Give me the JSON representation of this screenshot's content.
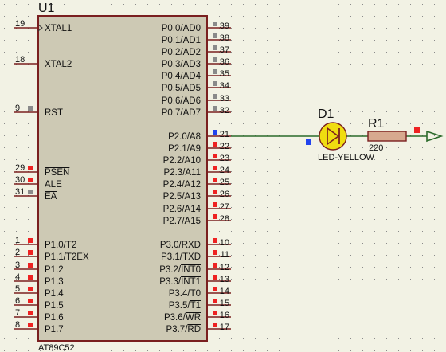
{
  "colors": {
    "background": "#f2f2e4",
    "grid_dot": "#8a8a8a",
    "chip_fill": "#cdc9b4",
    "chip_border": "#7a1f1f",
    "pin_line": "#7a1f1f",
    "wire": "#2a6a2a",
    "marker_low": "#ee2222",
    "marker_high": "#2244ee",
    "marker_float": "#8a8a8a",
    "led_fill": "#f0dd10",
    "led_symbol": "#7a1f1f",
    "resistor_fill": "#d7a98f",
    "terminal": "#2a6a2a"
  },
  "chip": {
    "ref": "U1",
    "part": "AT89C52",
    "left_pins": [
      {
        "num": "19",
        "label": "XTAL1",
        "state": "none"
      },
      {
        "num": "18",
        "label": "XTAL2",
        "state": "none"
      },
      {
        "num": "9",
        "label": "RST",
        "state": "float"
      },
      {
        "num": "29",
        "label": "PSEN",
        "state": "low",
        "overline": true
      },
      {
        "num": "30",
        "label": "ALE",
        "state": "low",
        "overline": false
      },
      {
        "num": "31",
        "label": "EA",
        "state": "float",
        "overline": true
      },
      {
        "num": "1",
        "label": "P1.0/T2",
        "state": "low"
      },
      {
        "num": "2",
        "label": "P1.1/T2EX",
        "state": "low"
      },
      {
        "num": "3",
        "label": "P1.2",
        "state": "low"
      },
      {
        "num": "4",
        "label": "P1.3",
        "state": "low"
      },
      {
        "num": "5",
        "label": "P1.4",
        "state": "low"
      },
      {
        "num": "6",
        "label": "P1.5",
        "state": "low"
      },
      {
        "num": "7",
        "label": "P1.6",
        "state": "low"
      },
      {
        "num": "8",
        "label": "P1.7",
        "state": "low"
      }
    ],
    "right_pins": [
      {
        "num": "39",
        "label": "P0.0/AD0",
        "state": "float"
      },
      {
        "num": "38",
        "label": "P0.1/AD1",
        "state": "float"
      },
      {
        "num": "37",
        "label": "P0.2/AD2",
        "state": "float"
      },
      {
        "num": "36",
        "label": "P0.3/AD3",
        "state": "float"
      },
      {
        "num": "35",
        "label": "P0.4/AD4",
        "state": "float"
      },
      {
        "num": "34",
        "label": "P0.5/AD5",
        "state": "float"
      },
      {
        "num": "33",
        "label": "P0.6/AD6",
        "state": "float"
      },
      {
        "num": "32",
        "label": "P0.7/AD7",
        "state": "float"
      },
      {
        "num": "21",
        "label": "P2.0/A8",
        "state": "high"
      },
      {
        "num": "22",
        "label": "P2.1/A9",
        "state": "low"
      },
      {
        "num": "23",
        "label": "P2.2/A10",
        "state": "low"
      },
      {
        "num": "24",
        "label": "P2.3/A11",
        "state": "low"
      },
      {
        "num": "25",
        "label": "P2.4/A12",
        "state": "low"
      },
      {
        "num": "26",
        "label": "P2.5/A13",
        "state": "low"
      },
      {
        "num": "27",
        "label": "P2.6/A14",
        "state": "low"
      },
      {
        "num": "28",
        "label": "P2.7/A15",
        "state": "low"
      },
      {
        "num": "10",
        "label": "P3.0/RXD",
        "state": "low"
      },
      {
        "num": "11",
        "label": "P3.1/TXD",
        "state": "low",
        "overline_part": "TXD"
      },
      {
        "num": "12",
        "label": "P3.2/INT0",
        "state": "low",
        "overline_part": "INT0"
      },
      {
        "num": "13",
        "label": "P3.3/INT1",
        "state": "low",
        "overline_part": "INT1"
      },
      {
        "num": "14",
        "label": "P3.4/T0",
        "state": "low"
      },
      {
        "num": "15",
        "label": "P3.5/T1",
        "state": "low",
        "overline_part": "T1"
      },
      {
        "num": "16",
        "label": "P3.6/WR",
        "state": "low",
        "overline_part": "WR"
      },
      {
        "num": "17",
        "label": "P3.7/RD",
        "state": "low",
        "overline_part": "RD"
      }
    ]
  },
  "led": {
    "ref": "D1",
    "value": "LED-YELLOW",
    "anode_state": "high"
  },
  "resistor": {
    "ref": "R1",
    "value": "220",
    "state": "low"
  },
  "terminal": {
    "icon": "power-terminal-arrow-icon"
  }
}
